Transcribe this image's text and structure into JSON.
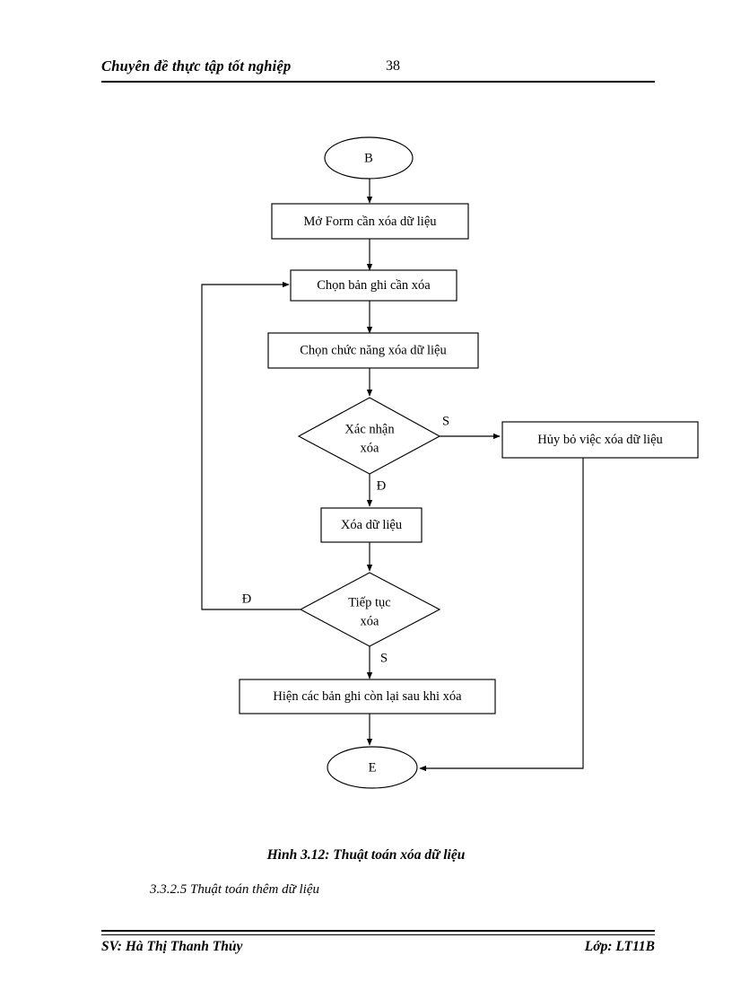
{
  "page": {
    "header_title": "Chuyên  đề thực tập tốt nghiệp",
    "page_number": "38"
  },
  "figure": {
    "caption": "Hình  3.12: Thuật toán xóa dữ liệu",
    "section_heading": "3.3.2.5 Thuật toán thêm dữ liệu"
  },
  "footer": {
    "student": "SV: Hà Thị Thanh Thủy",
    "class": "Lớp: LT11B"
  },
  "flowchart": {
    "nodes": {
      "start": "B",
      "open_form": "Mở Form cần xóa dữ liệu",
      "select_record": "Chọn bản  ghi cần xóa",
      "select_function": "Chọn chức năng xóa dữ liệu",
      "confirm_delete_line1": "Xác nhận",
      "confirm_delete_line2": "xóa",
      "cancel_delete": "Hủy bỏ việc xóa dữ liệu",
      "delete_data": "Xóa dữ liệu",
      "continue_delete_line1": "Tiếp tục",
      "continue_delete_line2": "xóa",
      "show_remaining": "Hiện các bản ghi còn lại sau khi xóa",
      "end": "E"
    },
    "edge_labels": {
      "confirm_yes": "S",
      "confirm_no": "Đ",
      "continue_yes": "Đ",
      "continue_no": "S"
    },
    "colors": {
      "stroke": "#000000",
      "fill": "#ffffff"
    }
  }
}
